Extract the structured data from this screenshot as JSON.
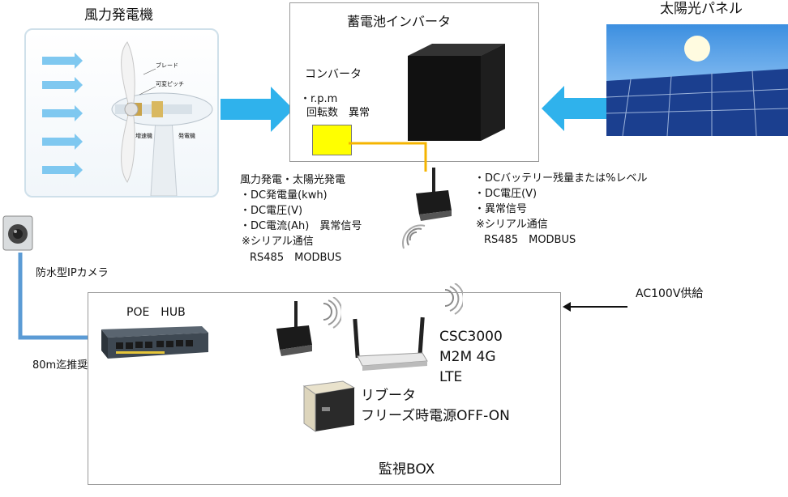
{
  "wind": {
    "title": "風力発電機",
    "labels": {
      "blade": "ブレード",
      "pitch": "可変ピッチ",
      "gearbox": "増速機",
      "generator": "発電機"
    }
  },
  "inverter": {
    "title": "蓄電池インバータ",
    "converter_label": "コンバータ",
    "rpm_line1": "・r.p.m",
    "rpm_line2": "回転数　異常"
  },
  "solar": {
    "title": "太陽光パネル"
  },
  "wind_solar_info": {
    "lines": [
      "風力発電・太陽光発電",
      "・DC発電量(kwh)",
      "・DC電圧(V)",
      "・DC電流(Ah)　異常信号",
      "※シリアル通信",
      "RS485　MODBUS"
    ]
  },
  "battery_info": {
    "lines": [
      "・DCバッテリー残量または%レベル",
      "・DC電圧(V)",
      "・異常信号",
      "※シリアル通信",
      "RS485　MODBUS"
    ]
  },
  "camera": {
    "label": "防水型IPカメラ",
    "distance": "80m迄推奨"
  },
  "power": {
    "label": "AC100V供給"
  },
  "monitor_box": {
    "title": "監視BOX",
    "hub": "POE　HUB",
    "router_line1": "CSC3000",
    "router_line2": "M2M 4G",
    "router_line3": "LTE",
    "rebooter_line1": "リブータ",
    "rebooter_line2": "フリーズ時電源OFF-ON"
  },
  "colors": {
    "arrow_blue": "#2fb2ec",
    "cable_blue": "#5b9bd5",
    "cable_orange": "#f5b400",
    "converter_yellow": "#ffff00"
  }
}
